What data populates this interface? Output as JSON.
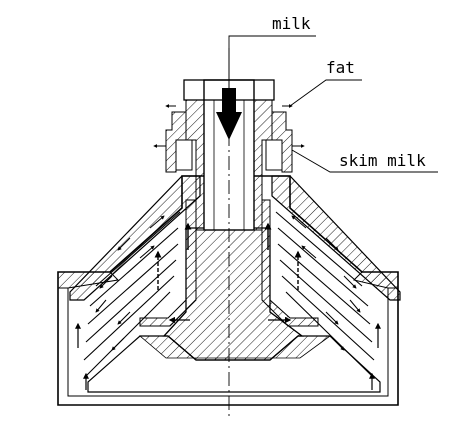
{
  "diagram": {
    "labels": {
      "milk": "milk",
      "fat": "fat",
      "skim_milk": "skim milk"
    },
    "colors": {
      "line": "#000000",
      "background": "#ffffff"
    }
  }
}
